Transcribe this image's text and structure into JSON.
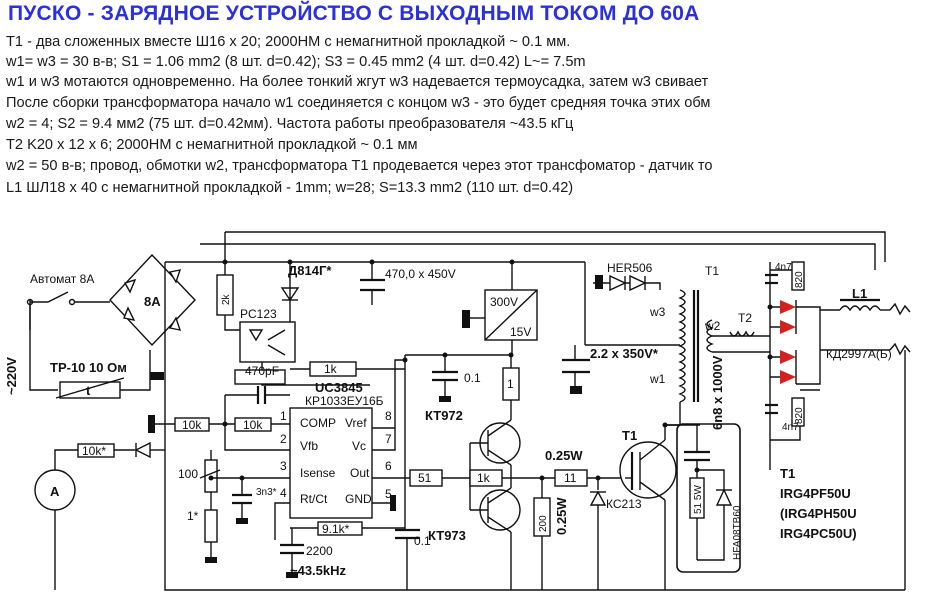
{
  "title": "ПУСКО - ЗАРЯДНОЕ УСТРОЙСТВО С ВЫХОДНЫМ ТОКОМ ДО 60А",
  "notes": [
    "   T1 - два сложенных вместе Ш16 х 20; 2000НМ с немагнитной прокладкой ~ 0.1 мм.",
    "w1= w3 = 30 в-в; S1 = 1.06 mm2 (8 шт. d=0.42); S3 = 0.45 mm2 (4 шт. d=0.42)     L~= 7.5m",
    "w1 и w3 мотаются одновременно. На более тонкий жгут w3 надевается термоусадка, затем w3 свивает",
    "После сборки трансформатора начало w1 соединяется с концом w3 - это будет средняя точка этих обм",
    "w2 = 4; S2 = 9.4 мм2 (75 шт. d=0.42мм).      Частота работы преобразователя ~43.5 кГц",
    "   T2   K20 x 12 x 6; 2000НМ с немагнитной прокладкой ~ 0.1 мм",
    "w2 = 50 в-в; провод, обмотки w2, трансформатора T1 продевается через этот трансфоматор - датчик то",
    "   L1   ШЛ18 x 40 с немагнитной прокладкой - 1mm;      w=28; S=13.3 mm2 (110 шт. d=0.42)"
  ],
  "labels": {
    "breaker": "Автомат 8А",
    "bridge": "8А",
    "mains": "~220V",
    "thermistor": "ТР-10 10 Ом",
    "thermistor_sym": "t",
    "r2k": "2k",
    "zener": "Д814Г*",
    "optocoupler": "PC123",
    "cap_bulk": "470,0 x 450V",
    "aux_ps_in": "300V",
    "aux_ps_out": "15V",
    "hv_cap": "2.2 x 350V*",
    "diode_her": "HER506",
    "t1": "T1",
    "w3": "w3",
    "w1": "w1",
    "w2": "w2",
    "t2": "T2",
    "c4n7_top": "4n7",
    "c4n7_bottom": "4n7",
    "r820_top": "820",
    "r820_bottom": "820",
    "l1": "L1",
    "rect_diode": "КД2997А(Б)",
    "r1k_top": "1k",
    "c470pf": "470pF",
    "ic": "UC3845",
    "ic_alt": "КР1033ЕУ16Б",
    "pin_comp": "COMP",
    "pin_vref": "Vref",
    "pin_vfb": "Vfb",
    "pin_vc": "Vc",
    "pin_isense": "Isense",
    "pin_out": "Out",
    "pin_rtct": "Rt/Ct",
    "pin_gnd": "GND",
    "pin1": "1",
    "pin2": "2",
    "pin3": "3",
    "pin4": "4",
    "pin5": "5",
    "pin6": "6",
    "pin7": "7",
    "pin8": "8",
    "r10k_a": "10k",
    "r10k_b": "10k",
    "r10k_star": "10k*",
    "ammeter": "A",
    "r100": "100",
    "r1star": "1*",
    "c3n3": "3n3*",
    "r9k1": "9.1k*",
    "c2200": "2200",
    "freq": "~43.5kHz",
    "c01_right": "0.1",
    "c01_top": "0.1",
    "r51": "51",
    "r1k_mid": "1k",
    "r1": "1",
    "q_kt972": "КТ972",
    "q_kt973": "КТ973",
    "r200": "200",
    "r200_w": "0.25W",
    "r11_w": "0.25W",
    "r11": "11",
    "zener_kc": "КС213",
    "igbt_ref": "T1",
    "snubber_c": "6n8 x 1000V",
    "snubber_r": "51 5W",
    "snubber_d": "HFA08TB60",
    "igbt_title": "T1",
    "igbt_1": "IRG4PF50U",
    "igbt_2": "(IRG4PH50U",
    "igbt_3": "IRG4PC50U)"
  }
}
